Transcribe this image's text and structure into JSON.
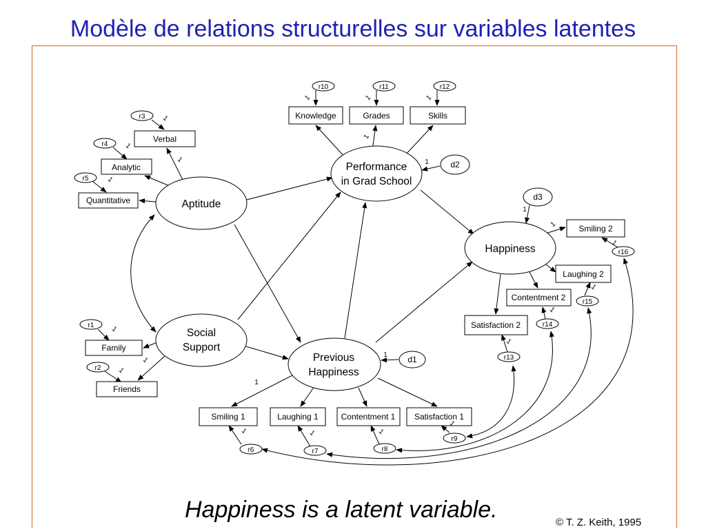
{
  "title": "Modèle de relations structurelles sur variables latentes",
  "caption": "Happiness is a latent variable.",
  "copyright": "© T. Z. Keith, 1995",
  "path_label": "1",
  "latent_variables": {
    "aptitude": "Aptitude",
    "social_support_line1": "Social",
    "social_support_line2": "Support",
    "performance_line1": "Performance",
    "performance_line2": "in Grad School",
    "happiness": "Happiness",
    "previous_happiness_line1": "Previous",
    "previous_happiness_line2": "Happiness"
  },
  "indicators": {
    "knowledge": "Knowledge",
    "grades": "Grades",
    "skills": "Skills",
    "verbal": "Verbal",
    "analytic": "Analytic",
    "quantitative": "Quantitative",
    "family": "Family",
    "friends": "Friends",
    "smiling_1": "Smiling 1",
    "laughing_1": "Laughing 1",
    "contentment_1": "Contentment 1",
    "satisfaction_1": "Satisfaction 1",
    "smiling_2": "Smiling 2",
    "laughing_2": "Laughing 2",
    "contentment_2": "Contentment 2",
    "satisfaction_2": "Satisfaction 2"
  },
  "residuals": {
    "r1": "r1",
    "r2": "r2",
    "r3": "r3",
    "r4": "r4",
    "r5": "r5",
    "r6": "r6",
    "r7": "r7",
    "r8": "r8",
    "r9": "r9",
    "r10": "r10",
    "r11": "r11",
    "r12": "r12",
    "r13": "r13",
    "r14": "r14",
    "r15": "r15",
    "r16": "r16"
  },
  "disturbances": {
    "d1": "d1",
    "d2": "d2",
    "d3": "d3"
  }
}
